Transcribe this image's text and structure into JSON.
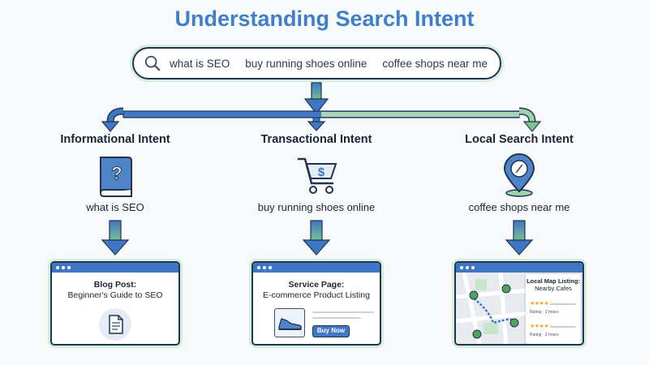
{
  "title": "Understanding Search Intent",
  "search": {
    "queries": [
      "what is SEO",
      "buy running shoes online",
      "coffee shops near me"
    ]
  },
  "intents": [
    {
      "title": "Informational Intent",
      "query": "what is SEO",
      "icon": "question-book-icon",
      "card": {
        "heading": "Blog Post:",
        "sub": "Beginner's Guide to SEO"
      }
    },
    {
      "title": "Transactional Intent",
      "query": "buy running shoes online",
      "icon": "shopping-cart-icon",
      "card": {
        "heading": "Service Page:",
        "sub": "E-commerce Product Listing",
        "button": "Buy Now"
      }
    },
    {
      "title": "Local Search Intent",
      "query": "coffee shops near me",
      "icon": "map-pin-compass-icon",
      "card": {
        "heading": "Local Map Listing:",
        "sub": "Nearby Cafes",
        "listings": [
          {
            "stars": "★★★★☆",
            "rating": "Rating · 2 hours"
          },
          {
            "stars": "★★★★☆",
            "rating": "Rating · 2 hours"
          }
        ]
      }
    }
  ],
  "colors": {
    "title": "#3f7fca",
    "accent": "#3f77c4",
    "outline": "#1f3552",
    "glow": "#d6eddc"
  }
}
